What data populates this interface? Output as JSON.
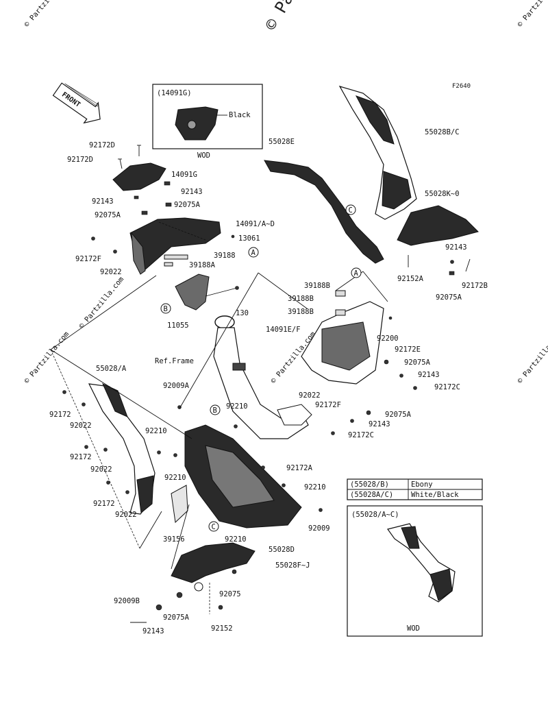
{
  "watermark": {
    "top": "© Parts",
    "repeated": "© Partzilla.com",
    "corner_mark": "©"
  },
  "figure_code": "F2640",
  "front_label": "FRONT",
  "inset_top": {
    "title": "(14091G)",
    "color_label": "Black",
    "footer": "WOD"
  },
  "inset_bottom": {
    "title": "(55028/A~C)",
    "footer": "WOD"
  },
  "color_table": [
    {
      "part": "(55028/B)",
      "color": "Ebony"
    },
    {
      "part": "(55028A/C)",
      "color": "White/Black"
    }
  ],
  "callouts": {
    "A": "A",
    "B": "B",
    "C": "C"
  },
  "labels": {
    "p92172D_1": "92172D",
    "p92172D_2": "92172D",
    "p14091G": "14091G",
    "p92143_a": "92143",
    "p92143_b": "92143",
    "p92075A_a": "92075A",
    "p92075A_b": "92075A",
    "p14091AD": "14091/A~D",
    "p13061": "13061",
    "p92172F_a": "92172F",
    "p92022_a": "92022",
    "p39188": "39188",
    "p39188A": "39188A",
    "p11055": "11055",
    "p130": "130",
    "p55028E": "55028E",
    "p55028BC": "55028B/C",
    "p55028K0": "55028K~0",
    "p92143_c": "92143",
    "p92152A": "92152A",
    "p92172B": "92172B",
    "p92075A_c": "92075A",
    "p39188B_1": "39188B",
    "p39188B_2": "39188B",
    "p39188B_3": "39188B",
    "p14091EF": "14091E/F",
    "p92200": "92200",
    "p92172E": "92172E",
    "p92075A_d": "92075A",
    "p92143_d": "92143",
    "p92172C_a": "92172C",
    "p92022_b": "92022",
    "p92172F_b": "92172F",
    "p92075A_e": "92075A",
    "p92143_e": "92143",
    "p92172C_b": "92172C",
    "refframe": "Ref.Frame",
    "p55028A": "55028/A",
    "p92009A": "92009A",
    "p92210_a": "92210",
    "p92210_b": "92210",
    "p92210_c": "92210",
    "p92172_a": "92172",
    "p92022_c": "92022",
    "p92172_b": "92172",
    "p92022_d": "92022",
    "p92172_c": "92172",
    "p92022_e": "92022",
    "p92172A": "92172A",
    "p92210_d": "92210",
    "p92009": "92009",
    "p39156": "39156",
    "p92210_e": "92210",
    "p55028D": "55028D",
    "p55028FJ": "55028F~J",
    "p92075": "92075",
    "p92009B": "92009B",
    "p92143_f": "92143",
    "p92075A_f": "92075A",
    "p92152": "92152"
  }
}
